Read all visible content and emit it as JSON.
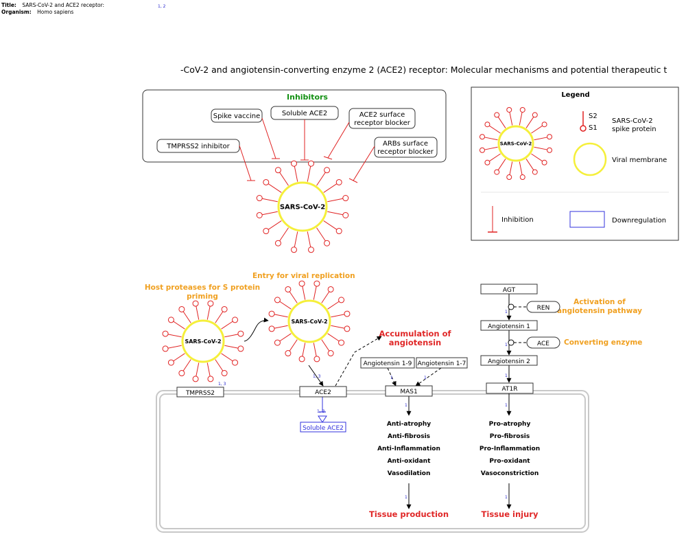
{
  "header": {
    "title_label": "Title:",
    "title_value": "SARS-CoV-2 and ACE2 receptor:",
    "organism_label": "Organism:",
    "organism_value": "Homo sapiens",
    "refs": "1, 2"
  },
  "main_title": "-CoV-2 and angiotensin-converting enzyme 2 (ACE2) receptor: Molecular mechanisms and potential therapeutic t",
  "inhibitors": {
    "title": "Inhibitors",
    "items": [
      "Spike vaccine",
      "Soluble ACE2",
      "TMPRSS2 inhibitor"
    ],
    "ace2_blocker": [
      "ACE2 surface",
      "receptor blocker"
    ],
    "arbs_blocker": [
      "ARBs surface",
      "receptor blocker"
    ]
  },
  "legend": {
    "title": "Legend",
    "virus": "SARS-CoV-2",
    "s2": "S2",
    "s1": "S1",
    "spike_protein": [
      "SARS-CoV-2",
      "spike protein"
    ],
    "viral_membrane": "Viral membrane",
    "inhibition": "Inhibition",
    "downregulation": "Downregulation"
  },
  "virus_label": "SARS-CoV-2",
  "labels": {
    "host_proteases": [
      "Host proteases for S protein",
      "priming"
    ],
    "entry": "Entry for viral replication",
    "accumulation": [
      "Accumulation of",
      "angiotensin"
    ],
    "activation": [
      "Activation of",
      "angiotensin pathway"
    ],
    "converting": "Converting enzyme",
    "tissue_production": "Tissue production",
    "tissue_injury": "Tissue injury"
  },
  "nodes": {
    "tmprss2": "TMPRSS2",
    "ace2": "ACE2",
    "soluble_ace2": "Soluble ACE2",
    "mas1": "MAS1",
    "ang_1_9": "Angiotensin 1-9",
    "ang_1_7": "Angiotensin 1-7",
    "agt": "AGT",
    "ren": "REN",
    "ang1": "Angiotensin 1",
    "ace": "ACE",
    "ang2": "Angiotensin 2",
    "at1r": "AT1R"
  },
  "effects_left": [
    "Anti-atrophy",
    "Anti-fibrosis",
    "Anti-Inflammation",
    "Anti-oxidant",
    "Vasodilation"
  ],
  "effects_right": [
    "Pro-atrophy",
    "Pro-fibrosis",
    "Pro-Inflammation",
    "Pro-oxidant",
    "Vasoconstriction"
  ],
  "edge_refs": {
    "r1": "1",
    "r13": "1, 3"
  },
  "colors": {
    "spike": "#e02020",
    "membrane": "#f5ef3a",
    "orange": "#f0a020",
    "red_text": "#e02828",
    "green": "#129012",
    "blue": "#3030dd"
  }
}
